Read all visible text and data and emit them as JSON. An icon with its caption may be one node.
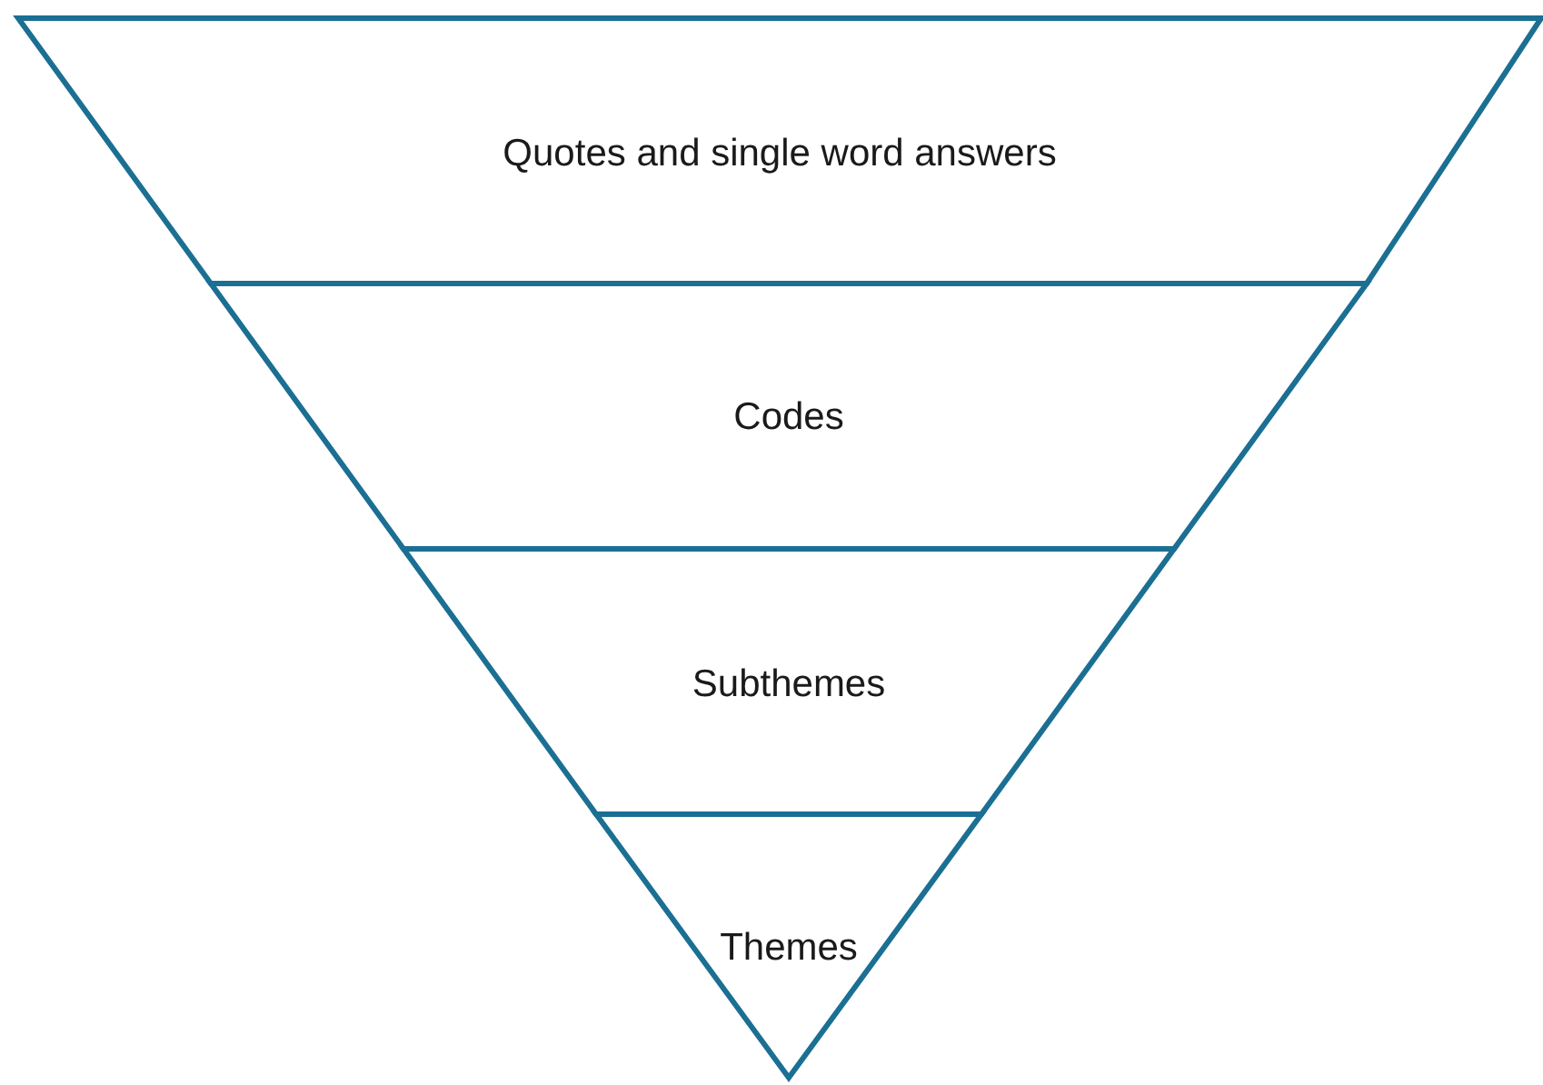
{
  "diagram": {
    "nodes": [
      {
        "text": [
          "Quotes and single word answers"
        ]
      },
      {
        "text": [
          "Codes"
        ]
      },
      {
        "text": [
          "Subthemes"
        ]
      },
      {
        "text": [
          "Themes"
        ]
      }
    ]
  }
}
